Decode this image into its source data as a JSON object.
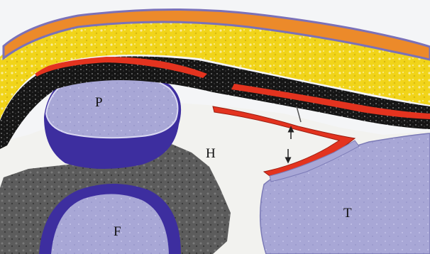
{
  "labels": {
    "patella": "P",
    "femur": "F",
    "hoffa": "H",
    "tibia": "T"
  },
  "colors": {
    "background": "#f4f5f7",
    "skin_orange": "#ec8a2a",
    "skin_outline": "#7b71b8",
    "fat_yellow": "#f1d419",
    "tendon_black": "#151515",
    "ligament_red": "#e3331f",
    "bone_lavender": "#a8a7d6",
    "bone_dark_blue": "#3d2e9f",
    "fat_pad_white": "#f2f2ef",
    "gray_tissue": "#5c5c5c",
    "arrow": "#222222"
  }
}
